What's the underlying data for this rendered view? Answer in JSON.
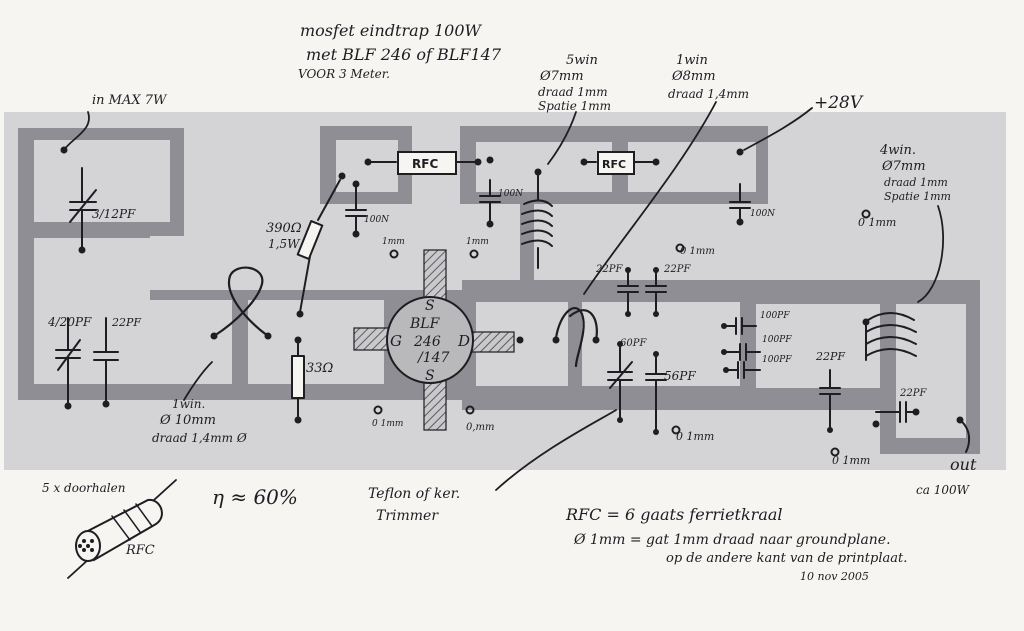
{
  "title": {
    "line1": "mosfet eindtrap 100W",
    "line2": "met BLF 246 of BLF147",
    "line3": "VOOR 3 Meter."
  },
  "annotations": {
    "input": "in MAX 7W",
    "coil1_a": "5win",
    "coil1_b": "Ø7mm",
    "coil1_c": "draad 1mm",
    "coil1_d": "Spatie 1mm",
    "coil2_a": "1win",
    "coil2_b": "Ø8mm",
    "coil2_c": "draad 1,4mm",
    "supply": "+28V",
    "coil3_a": "4win.",
    "coil3_b": "Ø7mm",
    "coil3_c": "draad 1mm",
    "coil3_d": "Spatie 1mm",
    "coil3_e": "0 1mm",
    "res_390": "390Ω",
    "res_390b": "1,5W",
    "res_33": "33Ω",
    "loop_a": "1win.",
    "loop_b": "Ø 10mm",
    "loop_c": "draad 1,4mm Ø",
    "trimmer_a": "Teflon of ker.",
    "trimmer_b": "Trimmer",
    "efficiency": "η ≈ 60%",
    "bead_a": "5 x doorhalen",
    "bead_b": "RFC",
    "legend_rfc": "RFC = 6 gaats ferrietkraal",
    "legend_hole_a": "Ø 1mm = gat 1mm draad naar groundplane.",
    "legend_hole_b": "op de andere kant van de printplaat.",
    "date": "10 nov 2005",
    "out": "out",
    "out_power": "ca 100W"
  },
  "components": {
    "c_in_trim": "3/12PF",
    "c_4_20": "4/20PF",
    "c_22_in": "22PF",
    "c_100n_a": "100N",
    "c_100n_b": "100N",
    "c_100n_c": "100N",
    "rfc_a": "RFC",
    "rfc_b": "RFC",
    "fet_a": "BLF",
    "fet_b": "246",
    "fet_c": "/147",
    "pin_g": "G",
    "pin_d": "D",
    "pin_s1": "S",
    "pin_s2": "S",
    "c_22_a": "22PF",
    "c_22_b": "22PF",
    "c_60": "60PF",
    "c_56": "56PF",
    "c_100_a": "100PF",
    "c_100_b": "100PF",
    "c_100_c": "100PF",
    "c_22_c": "22PF",
    "c_22_out": "22PF"
  },
  "holes": {
    "h1": "1mm",
    "h2": "1mm",
    "h3": "0 1mm",
    "h4": "0 1mm",
    "h5": "0,mm",
    "h6": "0 1mm",
    "h7": "0 1mm"
  },
  "colors": {
    "board": "#d4d4d6",
    "trace": "#8f8e94",
    "island": "#e8e8ea",
    "ink": "#1d1d22",
    "paper": "#f6f5f2"
  }
}
